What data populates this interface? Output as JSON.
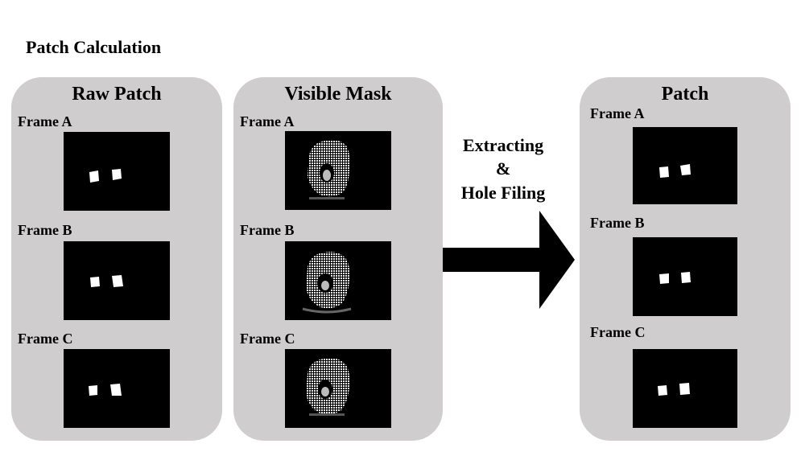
{
  "title": "Patch Calculation",
  "panels": {
    "raw": {
      "title": "Raw Patch",
      "frames": [
        "Frame A",
        "Frame B",
        "Frame C"
      ]
    },
    "visible": {
      "title": "Visible Mask",
      "frames": [
        "Frame A",
        "Frame B",
        "Frame C"
      ]
    },
    "patch": {
      "title": "Patch",
      "frames": [
        "Frame A",
        "Frame B",
        "Frame C"
      ]
    }
  },
  "arrow": {
    "line1": "Extracting",
    "line2": "&",
    "line3": "Hole Filing"
  },
  "colors": {
    "panel_bg": "#cfcdce",
    "frame_bg": "#000000",
    "patch_fg": "#ffffff"
  }
}
